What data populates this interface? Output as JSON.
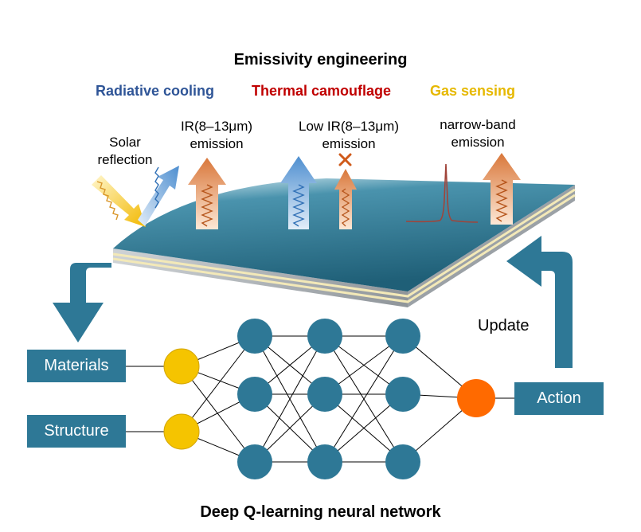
{
  "title": "Emissivity engineering",
  "categories": {
    "radiative_cooling": "Radiative cooling",
    "thermal_camouflage": "Thermal camouflage",
    "gas_sensing": "Gas sensing"
  },
  "labels": {
    "solar_line1": "Solar",
    "solar_line2": "reflection",
    "ir_line1": "IR(8–13μm)",
    "ir_line2": "emission",
    "low_ir_line1": "Low IR(8–13μm)",
    "low_ir_line2": "emission",
    "narrow_line1": "narrow-band",
    "narrow_line2": "emission",
    "update": "Update"
  },
  "boxes": {
    "materials": "Materials",
    "structure": "Structure",
    "action": "Action"
  },
  "network_title": "Deep Q-learning neural network",
  "colors": {
    "teal": "#2e7896",
    "input_node": "#f5c400",
    "hidden_node": "#2e7896",
    "output_node": "#ff6a00",
    "radiative_cooling": "#2f5597",
    "thermal_camouflage": "#c00000",
    "gas_sensing": "#e6b800"
  }
}
